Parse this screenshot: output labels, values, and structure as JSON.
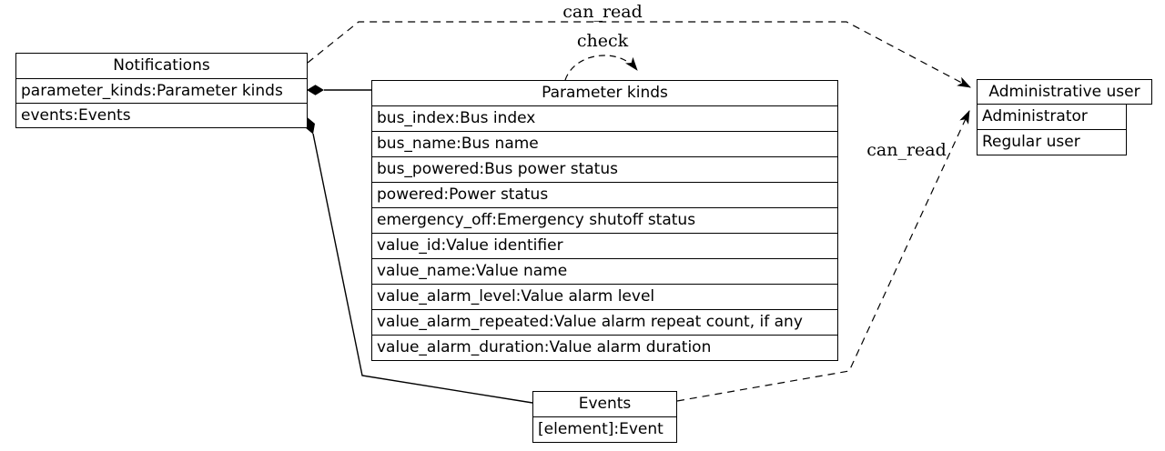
{
  "diagram": {
    "background_color": "#ffffff",
    "line_color": "#000000"
  },
  "nodes": {
    "notifications": {
      "title": "Notifications",
      "rows": [
        "parameter_kinds:Parameter kinds",
        "events:Events"
      ]
    },
    "parameter_kinds": {
      "title": "Parameter kinds",
      "rows": [
        "bus_index:Bus index",
        "bus_name:Bus name",
        "bus_powered:Bus power status",
        "powered:Power status",
        "emergency_off:Emergency shutoff status",
        "value_id:Value identifier",
        "value_name:Value name",
        "value_alarm_level:Value alarm level",
        "value_alarm_repeated:Value alarm repeat count, if any",
        "value_alarm_duration:Value alarm duration"
      ]
    },
    "administrative_user": {
      "title": "Administrative user",
      "rows": [
        "Administrator",
        "Regular user"
      ]
    },
    "events": {
      "title": "Events",
      "rows": [
        "[element]:Event"
      ]
    }
  },
  "edges": {
    "can_read_top": {
      "label": "can_read",
      "style": "dashed",
      "from": "Notifications",
      "to": "Administrative user"
    },
    "check_loop": {
      "label": "check",
      "style": "dashed",
      "from": "Parameter kinds",
      "to": "Parameter kinds"
    },
    "can_read_bottom": {
      "label": "can_read",
      "style": "dashed",
      "from": "Events",
      "to": "Administrative user"
    },
    "composition_parameter_kinds": {
      "label": "",
      "style": "solid-diamond",
      "from": "Notifications",
      "to": "Parameter kinds"
    },
    "composition_events": {
      "label": "",
      "style": "solid-diamond",
      "from": "Notifications",
      "to": "Events"
    }
  }
}
